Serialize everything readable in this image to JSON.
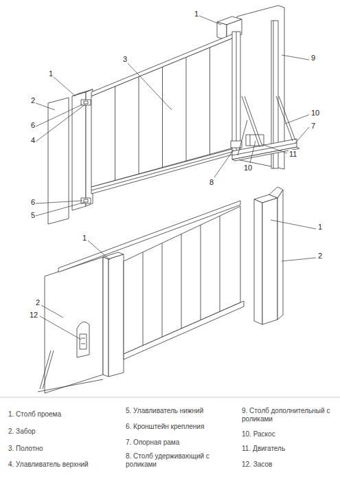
{
  "diagram": {
    "labels": [
      "1",
      "3",
      "1",
      "2",
      "6",
      "4",
      "9",
      "10",
      "7",
      "11",
      "10",
      "8",
      "6",
      "5",
      "1",
      "1",
      "2",
      "2",
      "12",
      "1. Столб проема",
      "2. Забор",
      "3. Полотно",
      "4. Улавливатель верхний",
      "5. Улавливатель нижний",
      "6. Кронштейн крепления",
      "7. Опорная рама",
      "8. Столб удерживающий с роликами",
      "9. Столб дополнительный с роликами",
      "10. Раскос",
      "11. Двигатель",
      "12. Засов"
    ]
  }
}
